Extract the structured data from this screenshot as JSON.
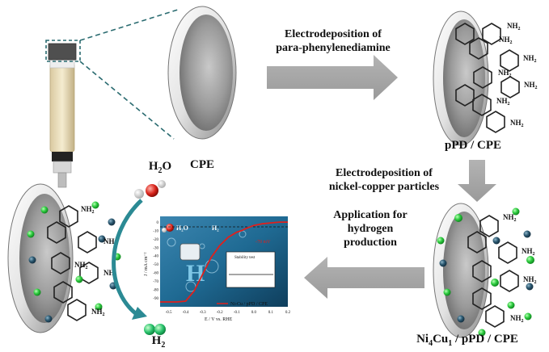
{
  "steps": {
    "step1_line1": "Electrodeposition of",
    "step1_line2": "para-phenylenediamine",
    "step2_line1": "Electrodeposition of",
    "step2_line2": "nickel-copper particles",
    "step3_line1": "Application for",
    "step3_line2": "hydrogen",
    "step3_line3": "production"
  },
  "electrodes": {
    "cpe": "CPE",
    "ppd_cpe": "pPD / CPE",
    "ni_prefix": "Ni",
    "ni_sub": "4",
    "cu_prefix": "Cu",
    "cu_sub": "1",
    "nicu_suffix": " / pPD / CPE"
  },
  "molecules": {
    "h2o_main": "H",
    "h2o_sub": "2",
    "h2o_end": "O",
    "h2_main": "H",
    "h2_sub": "2",
    "nh2": "NH",
    "nh2_sub": "2"
  },
  "chart": {
    "ylabel": "J / mA cm⁻²",
    "xlabel": "E / V vs. RHE",
    "legend": "Ni-Cu / pPD / CPE",
    "annotation": "-70 mV",
    "inset_title": "Stability test",
    "h2o_label": "H₂O",
    "h2_label": "H₂",
    "big_h": "H"
  },
  "chart_data": {
    "type": "line",
    "x": [
      -0.55,
      -0.5,
      -0.45,
      -0.4,
      -0.35,
      -0.3,
      -0.25,
      -0.2,
      -0.15,
      -0.1,
      -0.07,
      -0.05,
      0.0,
      0.05,
      0.1,
      0.15,
      0.2
    ],
    "series": [
      {
        "name": "Ni-Cu / pPD / CPE",
        "values": [
          -95,
          -95,
          -95,
          -94,
          -82,
          -62,
          -42,
          -28,
          -18,
          -12,
          -10,
          -8,
          -4,
          -2,
          -1,
          0,
          0
        ]
      }
    ],
    "xlabel": "E / V vs. RHE",
    "ylabel": "J / mA cm⁻²",
    "xticks": [
      "-0.5",
      "-0.4",
      "-0.3",
      "-0.2",
      "-0.1",
      "0.0",
      "0.1",
      "0.2"
    ],
    "yticks": [
      "0",
      "-10",
      "-20",
      "-30",
      "-40",
      "-50",
      "-60",
      "-70",
      "-80",
      "-90"
    ],
    "xlim": [
      -0.55,
      0.2
    ],
    "ylim": [
      -95,
      2
    ],
    "annotations": [
      "-70 mV",
      "Stability test"
    ],
    "colors": {
      "line": "#e0201c",
      "background": "#1f5e86"
    }
  }
}
